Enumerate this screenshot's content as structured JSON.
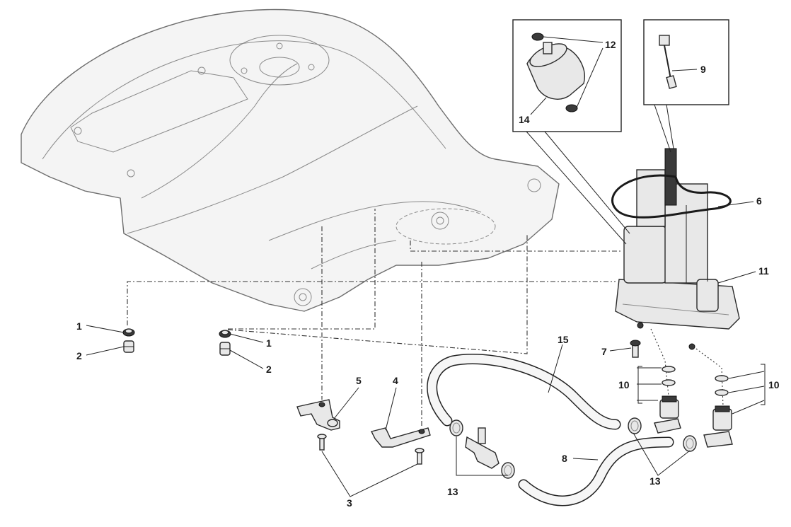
{
  "callouts": {
    "c1a": "1",
    "c2a": "2",
    "c1b": "1",
    "c2b": "2",
    "c3": "3",
    "c4": "4",
    "c5": "5",
    "c6": "6",
    "c7": "7",
    "c8": "8",
    "c9": "9",
    "c10a": "10",
    "c10b": "10",
    "c11": "11",
    "c12": "12",
    "c13a": "13",
    "c13b": "13",
    "c14": "14",
    "c15": "15"
  },
  "colors": {
    "line": "#222222",
    "fill": "#f4f4f4",
    "background": "#ffffff"
  }
}
